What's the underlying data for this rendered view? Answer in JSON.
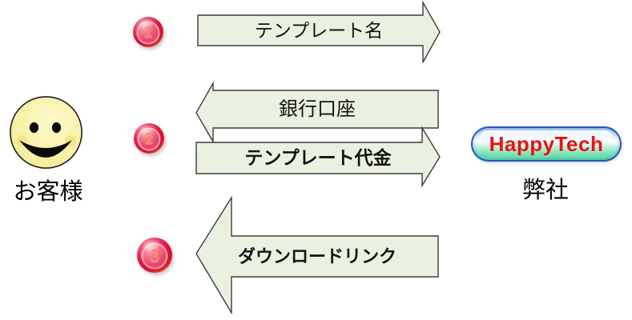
{
  "diagram": {
    "customer": {
      "label": "お客様"
    },
    "company": {
      "label": "弊社",
      "logo_text": "HappyTech"
    },
    "steps": [
      {
        "number": "1",
        "arrows": [
          {
            "label": "テンプレート名",
            "direction": "right",
            "bold": false
          }
        ]
      },
      {
        "number": "2",
        "arrows": [
          {
            "label": "銀行口座",
            "direction": "left",
            "bold": false
          },
          {
            "label": "テンプレート代金",
            "direction": "right",
            "bold": true
          }
        ]
      },
      {
        "number": "3",
        "arrows": [
          {
            "label": "ダウンロードリンク",
            "direction": "left",
            "bold": true
          }
        ]
      }
    ],
    "colors": {
      "arrow_fill": "#EBF1E0",
      "arrow_border": "#3C3C3C",
      "ball_red": "#E41440",
      "ball_orange": "#FF7300",
      "ball_number": "#F5836B",
      "face_yellow": "#F6ED9E",
      "logo_text_red": "#E81212",
      "logo_border_blue": "#2553C9",
      "logo_green": "#6FE0B2"
    }
  }
}
